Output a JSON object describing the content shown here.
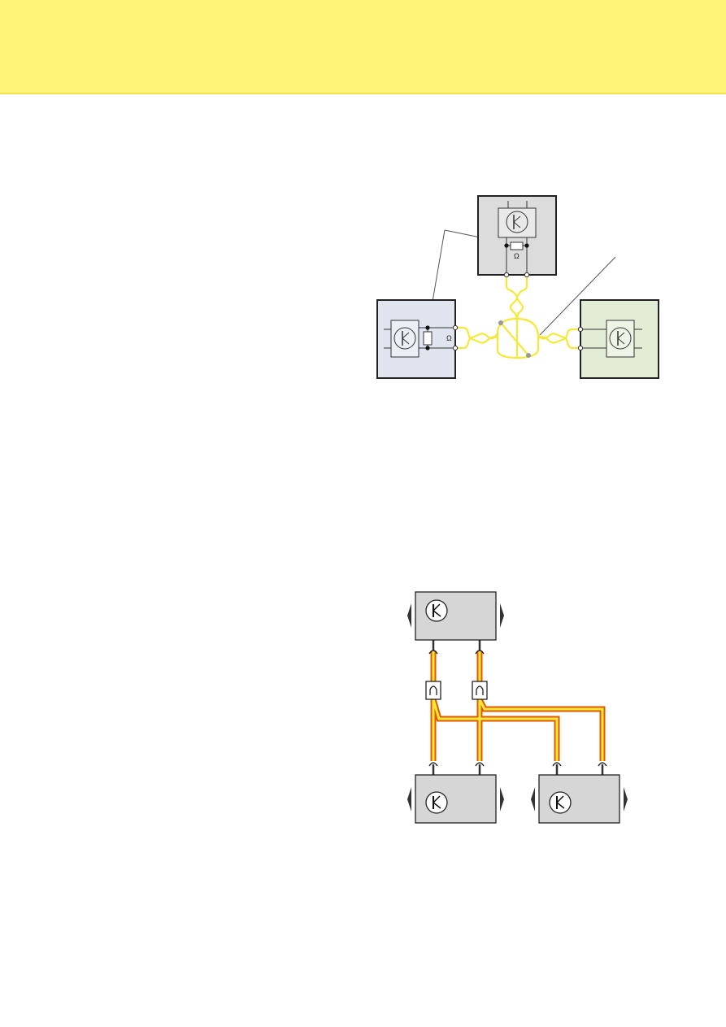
{
  "colors": {
    "header_band": "#fff478",
    "unit_top_fill": "#dcdcdc",
    "unit_left_fill": "#dfe4ef",
    "unit_right_fill": "#e3edd6",
    "bus_wire": "#f6e83a",
    "bus_wire_outer": "#e05a00",
    "module_fill": "#d6d6d6"
  },
  "icons": {
    "transceiver": "transceiver-icon",
    "resistor": "resistor-icon",
    "junction": "junction-node-icon",
    "connector": "connector-icon",
    "arrow_left": "arrow-left-icon",
    "arrow_right": "arrow-right-icon"
  },
  "diagram_top": {
    "units": [
      {
        "id": "top",
        "resistor_symbol": "Ω"
      },
      {
        "id": "left",
        "resistor_symbol": "Ω"
      },
      {
        "id": "right"
      }
    ],
    "callout_lines": 2
  },
  "diagram_bottom": {
    "modules": [
      {
        "id": "upper"
      },
      {
        "id": "lower-left"
      },
      {
        "id": "lower-right"
      }
    ],
    "splice_connectors": 2
  }
}
